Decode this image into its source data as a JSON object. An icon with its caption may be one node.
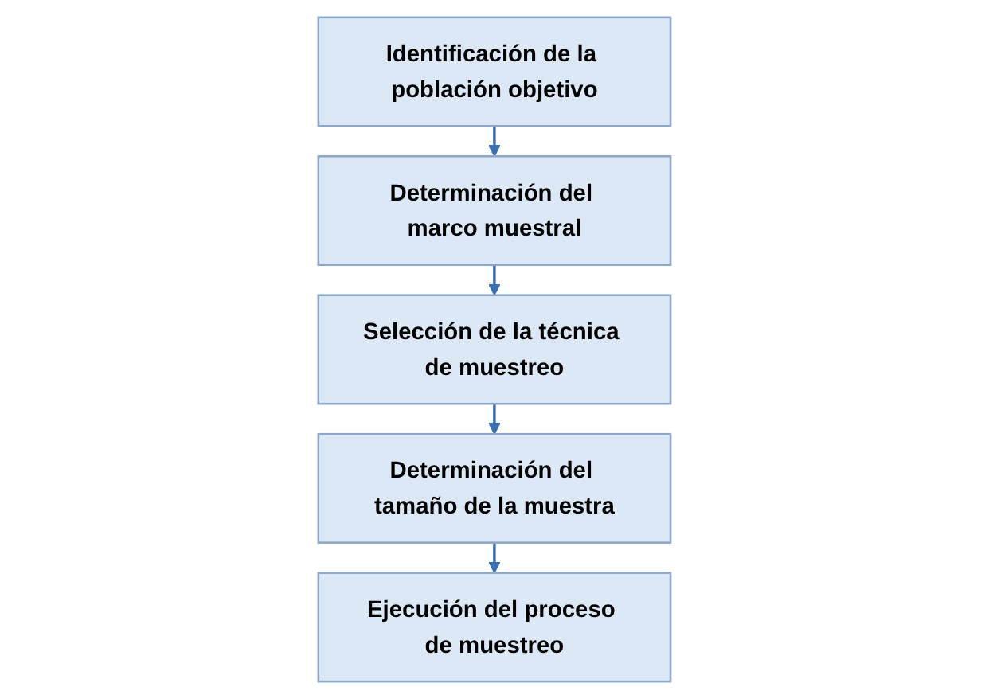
{
  "diagram": {
    "nodes": [
      {
        "text": [
          "Identificación de la población objetivo"
        ]
      },
      {
        "text": [
          "Determinación del marco muestral"
        ]
      },
      {
        "text": [
          "Selección de la técnica de muestreo"
        ]
      },
      {
        "text": [
          "Determinación del tamaño de la muestra"
        ]
      },
      {
        "text": [
          "Ejecución del proceso de muestreo"
        ]
      }
    ],
    "edges": [
      {
        "from": 0,
        "to": 1,
        "arrow": "to"
      },
      {
        "from": 1,
        "to": 2,
        "arrow": "to"
      },
      {
        "from": 2,
        "to": 3,
        "arrow": "to"
      },
      {
        "from": 3,
        "to": 4,
        "arrow": "to"
      }
    ]
  }
}
